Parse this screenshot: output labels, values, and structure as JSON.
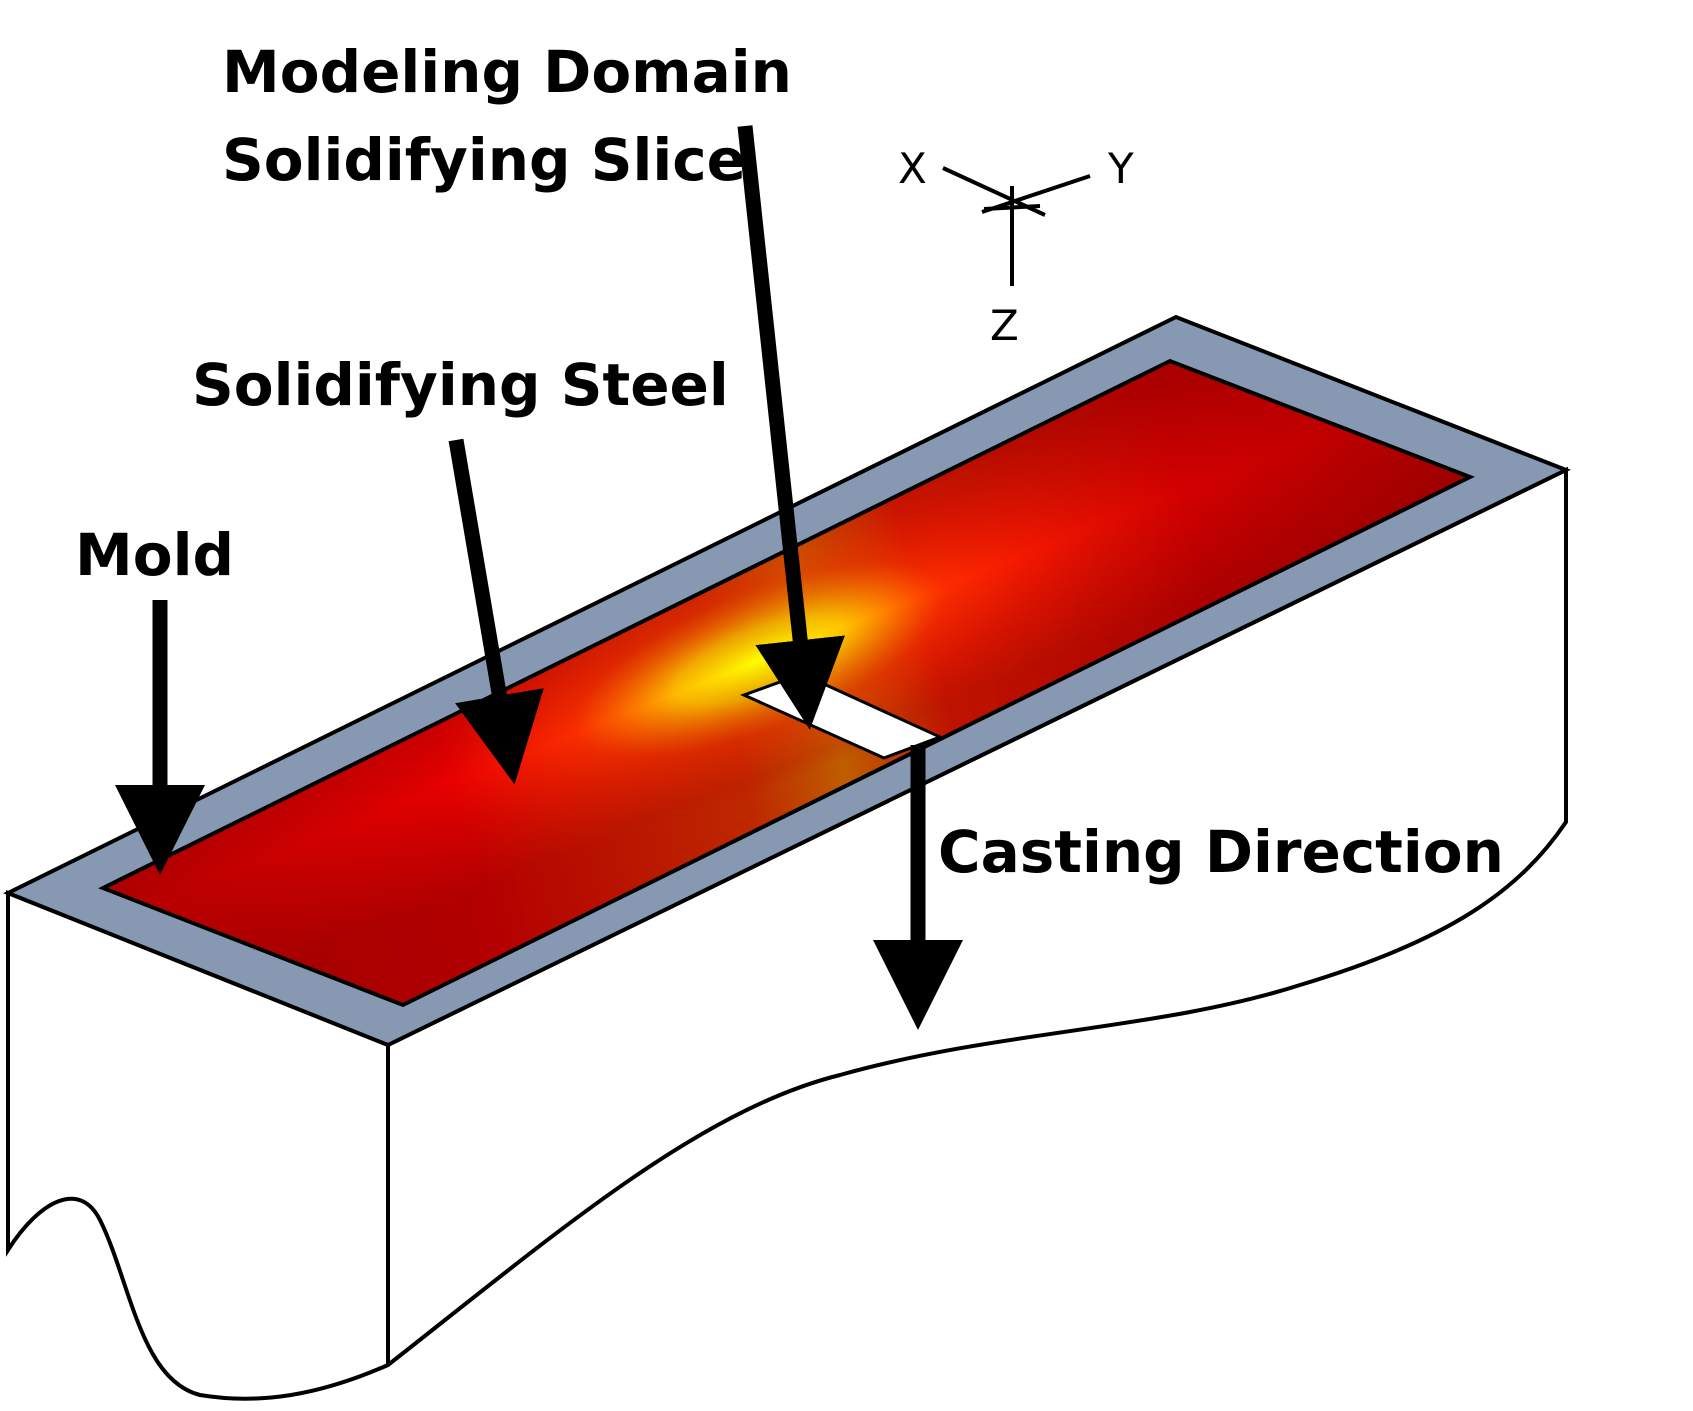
{
  "labels": {
    "modeling_domain": "Modeling Domain",
    "solidifying_slice": "Solidifying Slice",
    "solidifying_steel": "Solidifying Steel",
    "mold": "Mold",
    "casting_direction": "Casting Direction"
  },
  "axes": {
    "x": "X",
    "y": "Y",
    "z": "Z"
  },
  "colors": {
    "mold": "#8799b2",
    "steel_cool": "#a80000",
    "steel_mid": "#ff1a00",
    "steel_hot": "#ffff00",
    "slice": "#ffffff",
    "outline": "#000000"
  }
}
